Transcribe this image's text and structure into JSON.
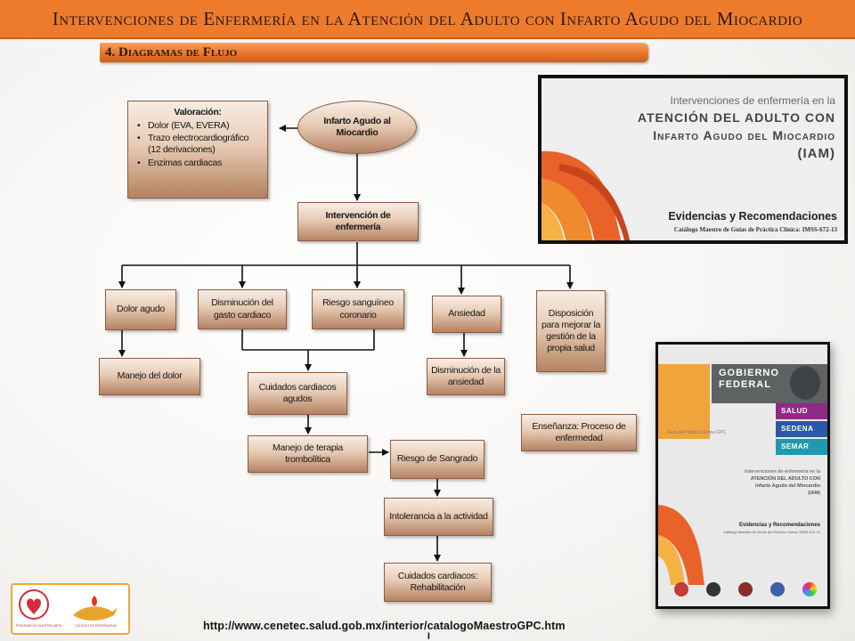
{
  "header": {
    "title": "Intervenciones de Enfermería en la Atención del Adulto con Infarto Agudo del Miocardio",
    "section": "4. Diagramas de Flujo"
  },
  "flowchart": {
    "nodes": {
      "start": "Infarto Agudo al Miocardio",
      "valoracion_title": "Valoración:",
      "valoracion_items": [
        "Dolor   (EVA, EVERA)",
        "Trazo electrocardiográfico (12 derivaciones)",
        "Enzimas cardiacas"
      ],
      "intervencion": "Intervención de enfermería",
      "dolor_agudo": "Dolor agudo",
      "disminucion_gasto": "Disminución del gasto cardiaco",
      "riesgo_sanguineo": "Riesgo sanguíneo coronario",
      "ansiedad": "Ansiedad",
      "disposicion": "Disposición para mejorar la gestión de la propia salud",
      "manejo_dolor": "Manejo del dolor",
      "cuidados_agudos": "Cuidados cardiacos agudos",
      "disminucion_ansiedad": "Disminución de la ansiedad",
      "ensenanza": "Enseñanza: Proceso de enfermedad",
      "terapia_trombolitica": "Manejo de terapia trombolítica",
      "riesgo_sangrado": "Riesgo de Sangrado",
      "intolerancia": "Intolerancia a la actividad",
      "rehabilitacion": "Cuidados cardiacos: Rehabilitación"
    }
  },
  "cover_main": {
    "line1": "Intervenciones de enfermería en la",
    "line2": "ATENCIÓN DEL ADULTO CON",
    "line3": "Infarto Agudo del Miocardio",
    "line4": "(IAM)",
    "evidencias": "Evidencias y Recomendaciones",
    "catalogo": "Catálogo Maestro de Guías de Práctica Clínica: IMSS-672-13"
  },
  "cover_book": {
    "gobierno": "GOBIERNO FEDERAL",
    "tabs": [
      "SALUD",
      "SEDENA",
      "SEMAR"
    ],
    "gpc": "Guía de Práctica Clínica GPC",
    "line1": "Intervenciones de enfermería en la",
    "line2": "ATENCIÓN DEL ADULTO CON",
    "line3": "Infarto Agudo del Miocardio",
    "line4": "(IAM)",
    "evidencias": "Evidencias y Recomendaciones",
    "catalogo": "Catálogo Maestro de Guías de Práctica Clínica: IMSS-672-13"
  },
  "logos": {
    "left_caption": "PREVENIR ES NUESTRA META",
    "right_caption": "COLEGIO DE ENFERMERAS"
  },
  "footer": {
    "url": "http://www.cenetec.salud.gob.mx/interior/catalogoMaestroGPC.htm",
    "url_wrap": "l"
  },
  "colors": {
    "accent": "#ee7a2c",
    "box_top": "#f7ede4",
    "box_bottom": "#b58262"
  }
}
